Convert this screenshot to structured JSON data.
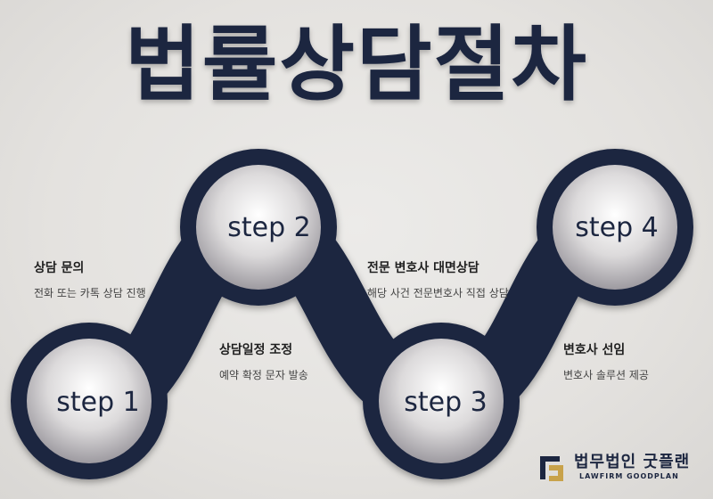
{
  "title": "법률상담절차",
  "steps": [
    {
      "label": "step 1",
      "heading": "상담 문의",
      "sub": "전화 또는 카톡 상담 진행"
    },
    {
      "label": "step 2",
      "heading": "상담일정 조정",
      "sub": "예약 확정 문자 발송"
    },
    {
      "label": "step 3",
      "heading": "전문 변호사 대면상담",
      "sub": "해당 사건 전문변호사 직접 상담"
    },
    {
      "label": "step 4",
      "heading": "변호사 선임",
      "sub": "변호사 솔루션 제공"
    }
  ],
  "brand": {
    "name_ko": "법무법인 굿플랜",
    "name_en": "LAWFIRM GOODPLAN"
  },
  "colors": {
    "navy": "#1c2640",
    "bg": "#e6e4e1"
  }
}
